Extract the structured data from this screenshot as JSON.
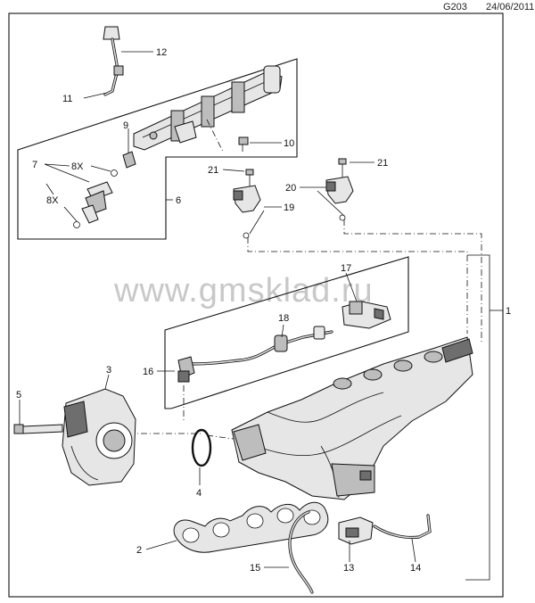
{
  "header": {
    "code": "G203",
    "date": "24/06/2011"
  },
  "watermark": "www.gmsklad.ru",
  "colors": {
    "line": "#111111",
    "fill": "#e6e6e6",
    "shade": "#bdbdbd",
    "watermark": "#c8c8c8"
  },
  "callouts": [
    {
      "id": "c1",
      "text": "1"
    },
    {
      "id": "c2",
      "text": "2"
    },
    {
      "id": "c3",
      "text": "3"
    },
    {
      "id": "c4",
      "text": "4"
    },
    {
      "id": "c5",
      "text": "5"
    },
    {
      "id": "c6",
      "text": "6"
    },
    {
      "id": "c7",
      "text": "7"
    },
    {
      "id": "c7q",
      "text": "8X"
    },
    {
      "id": "c8",
      "text": "8X"
    },
    {
      "id": "c9",
      "text": "9"
    },
    {
      "id": "c10",
      "text": "10"
    },
    {
      "id": "c11",
      "text": "11"
    },
    {
      "id": "c12",
      "text": "12"
    },
    {
      "id": "c13",
      "text": "13"
    },
    {
      "id": "c14",
      "text": "14"
    },
    {
      "id": "c15",
      "text": "15"
    },
    {
      "id": "c16",
      "text": "16"
    },
    {
      "id": "c17",
      "text": "17"
    },
    {
      "id": "c18",
      "text": "18"
    },
    {
      "id": "c19",
      "text": "19"
    },
    {
      "id": "c20",
      "text": "20"
    },
    {
      "id": "c21a",
      "text": "21"
    },
    {
      "id": "c21b",
      "text": "21"
    }
  ]
}
